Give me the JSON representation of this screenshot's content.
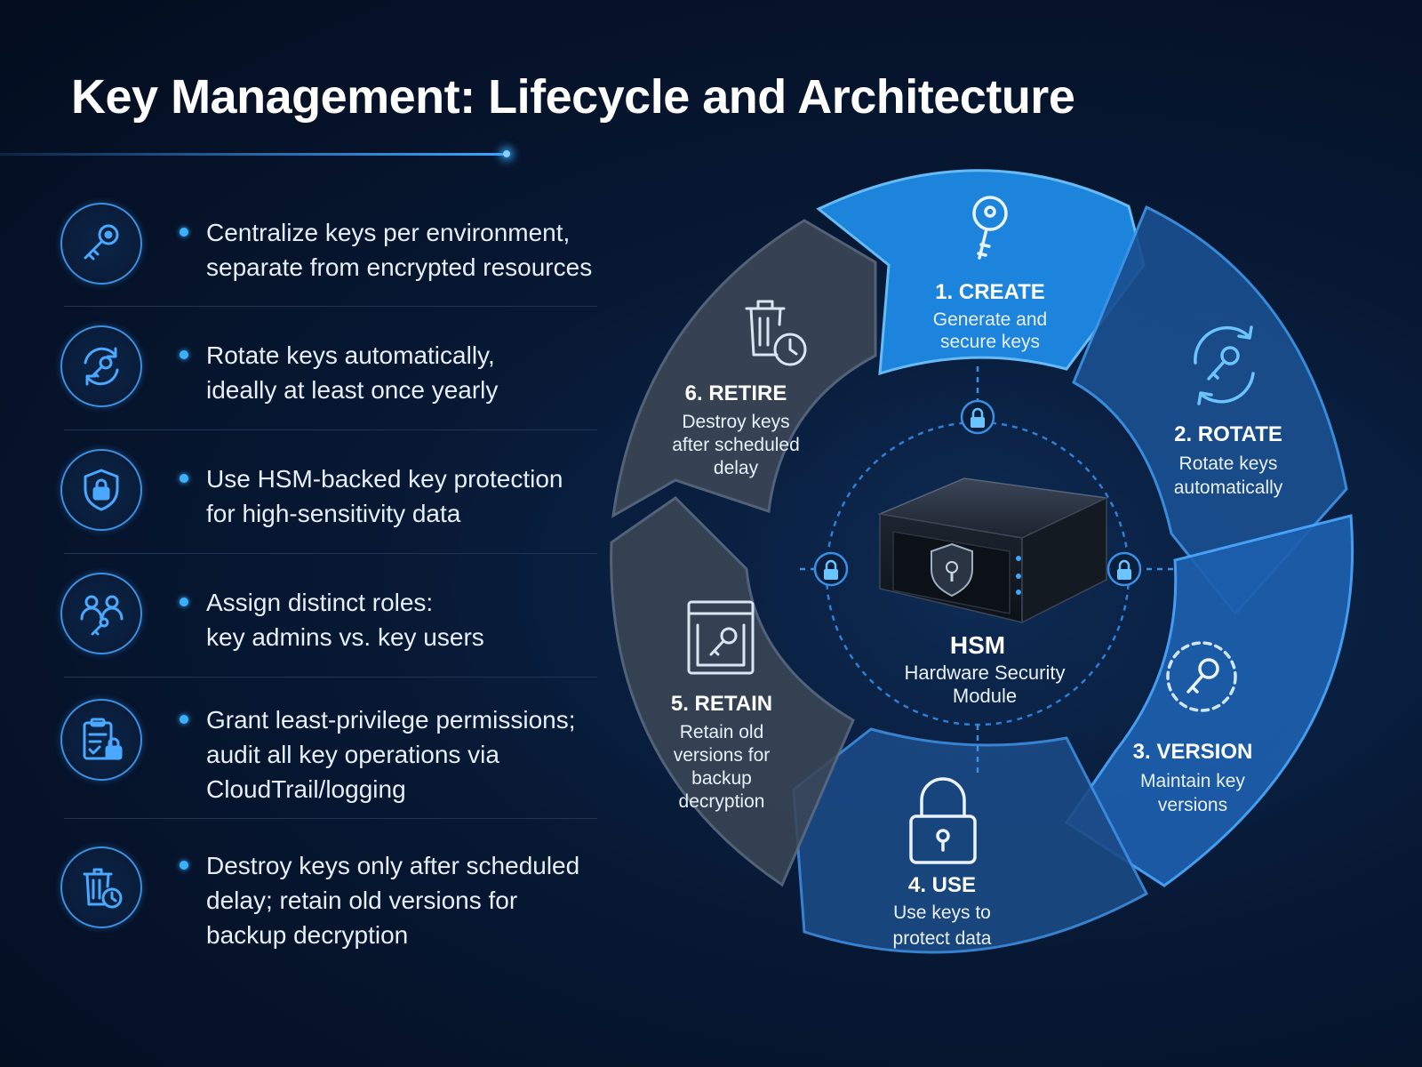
{
  "title": "Key Management: Lifecycle and Architecture",
  "practices": [
    {
      "icon": "key-icon",
      "lines": [
        "Centralize keys per environment,",
        "separate from encrypted resources"
      ]
    },
    {
      "icon": "rotate-key-icon",
      "lines": [
        "Rotate keys automatically,",
        "ideally at least once yearly"
      ]
    },
    {
      "icon": "shield-lock-icon",
      "lines": [
        "Use HSM-backed key protection",
        "for high-sensitivity data"
      ]
    },
    {
      "icon": "users-key-icon",
      "lines": [
        "Assign distinct roles:",
        "key admins vs. key users"
      ]
    },
    {
      "icon": "clipboard-lock-icon",
      "lines": [
        "Grant least-privilege permissions;",
        "audit all key operations via",
        "CloudTrail/logging"
      ]
    },
    {
      "icon": "trash-clock-icon",
      "lines": [
        "Destroy keys only after scheduled",
        "delay; retain old versions for",
        "backup decryption"
      ]
    }
  ],
  "lifecycle": [
    {
      "title": "1. CREATE",
      "desc": [
        "Generate and",
        "secure keys"
      ],
      "icon": "key-icon",
      "color": "#1f8ae6"
    },
    {
      "title": "2. ROTATE",
      "desc": [
        "Rotate keys",
        "automatically"
      ],
      "icon": "rotate-key-icon",
      "color": "#1a4f8f"
    },
    {
      "title": "3. VERSION",
      "desc": [
        "Maintain key",
        "versions"
      ],
      "icon": "versioned-key-icon",
      "color": "#1d5fae"
    },
    {
      "title": "4. USE",
      "desc": [
        "Use keys to",
        "protect data"
      ],
      "icon": "padlock-icon",
      "color": "#1b4a85"
    },
    {
      "title": "5. RETAIN",
      "desc": [
        "Retain old",
        "versions for",
        "backup",
        "decryption"
      ],
      "icon": "archive-key-icon",
      "color": "#3a4656"
    },
    {
      "title": "6. RETIRE",
      "desc": [
        "Destroy keys",
        "after scheduled",
        "delay"
      ],
      "icon": "trash-clock-icon",
      "color": "#3d4756"
    }
  ],
  "hsm": {
    "title": "HSM",
    "desc": [
      "Hardware Security",
      "Module"
    ],
    "icon": "hsm-server-icon"
  },
  "colors": {
    "accent": "#3aa8ff",
    "background": "#071833"
  }
}
